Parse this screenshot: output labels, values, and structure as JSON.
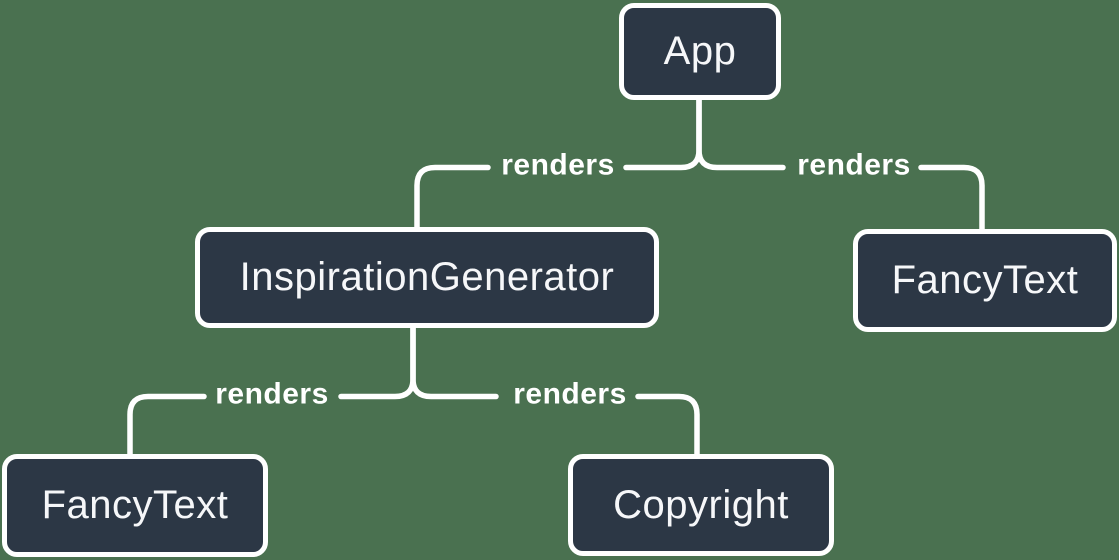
{
  "diagram": {
    "type": "tree",
    "colors": {
      "background": "#4A7150",
      "node_fill": "#2C3745",
      "node_border": "#FFFFFF",
      "node_text": "#F6F7F9",
      "connector": "#FFFFFF",
      "edge_label_text": "#FFFFFF"
    },
    "nodes": [
      {
        "id": "app",
        "label": "App"
      },
      {
        "id": "inspiration-generator",
        "label": "InspirationGenerator"
      },
      {
        "id": "fancy-text-top",
        "label": "FancyText"
      },
      {
        "id": "fancy-text-bottom",
        "label": "FancyText"
      },
      {
        "id": "copyright",
        "label": "Copyright"
      }
    ],
    "edges": [
      {
        "from": "App",
        "to": "InspirationGenerator",
        "label": "renders"
      },
      {
        "from": "App",
        "to": "FancyText",
        "label": "renders"
      },
      {
        "from": "InspirationGenerator",
        "to": "FancyText",
        "label": "renders"
      },
      {
        "from": "InspirationGenerator",
        "to": "Copyright",
        "label": "renders"
      }
    ]
  }
}
